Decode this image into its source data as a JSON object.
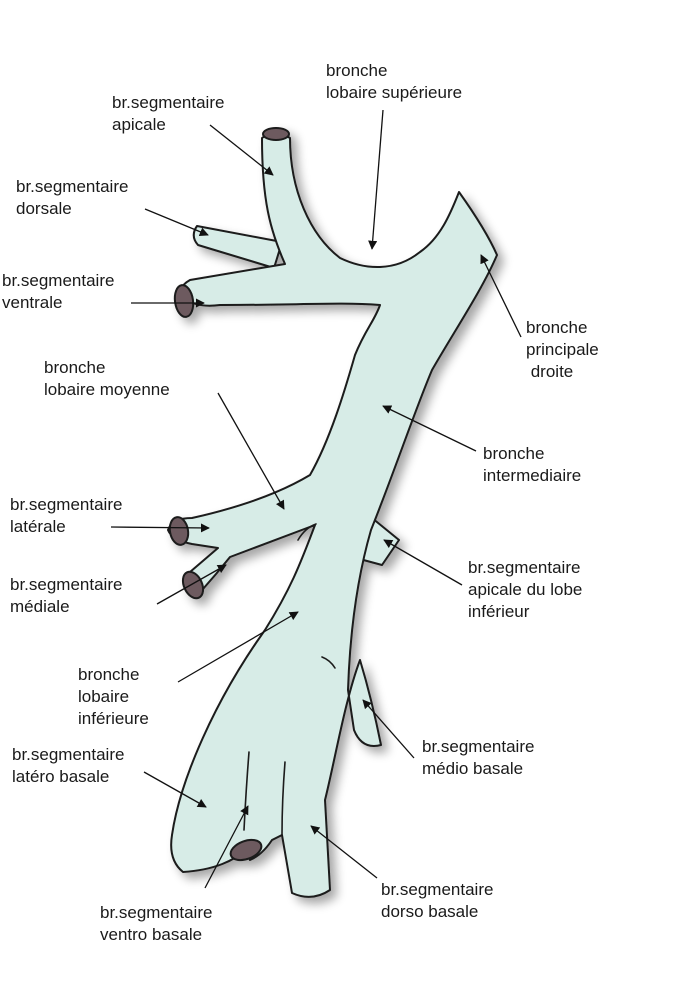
{
  "labels": {
    "lobaire_superieure": [
      "bronche",
      "lobaire supérieure"
    ],
    "apicale": [
      "br.segmentaire",
      "apicale"
    ],
    "dorsale": [
      "br.segmentaire",
      "dorsale"
    ],
    "ventrale": [
      "br.segmentaire",
      "ventrale"
    ],
    "principale_droite": [
      "bronche",
      "principale",
      " droite"
    ],
    "lobaire_moyenne": [
      "bronche",
      "lobaire moyenne"
    ],
    "intermediaire": [
      "bronche",
      "intermediaire"
    ],
    "laterale": [
      "br.segmentaire",
      "latérale"
    ],
    "mediale": [
      "br.segmentaire",
      "médiale"
    ],
    "apicale_lobe_inf": [
      "br.segmentaire",
      "apicale du lobe",
      "inférieur"
    ],
    "lobaire_inferieure": [
      "bronche",
      "lobaire",
      "inférieure"
    ],
    "latero_basale": [
      "br.segmentaire",
      "latéro basale"
    ],
    "medio_basale": [
      "br.segmentaire",
      "médio basale"
    ],
    "dorso_basale": [
      "br.segmentaire",
      "dorso basale"
    ],
    "ventro_basale": [
      "br.segmentaire",
      "ventro basale"
    ]
  },
  "colors": {
    "airway_fill": "#d7ece7",
    "cut_section": "#6d5a5e",
    "outline": "#1a1a1a"
  }
}
